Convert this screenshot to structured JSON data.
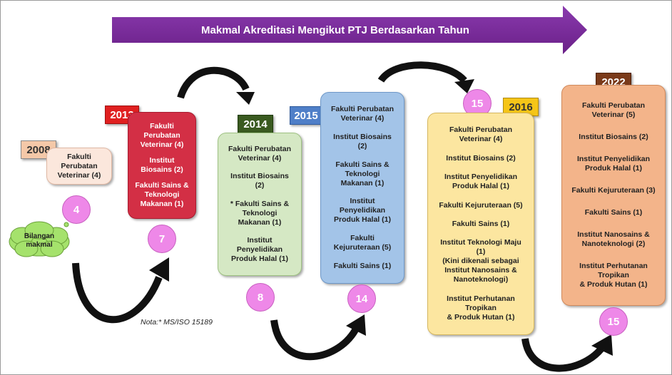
{
  "title": "Makmal Akreditasi Mengikut PTJ Berdasarkan Tahun",
  "cloud_label": [
    "Bilangan",
    "makmal"
  ],
  "note": "Nota:* MS/ISO 15189",
  "years": [
    {
      "year": "2008",
      "count": "4",
      "entries": [
        "Fakulti\nPerubatan\nVeterinar (4)"
      ]
    },
    {
      "year": "2013",
      "count": "7",
      "entries": [
        "Fakulti\nPerubatan\nVeterinar (4)",
        "Institut\nBiosains (2)",
        "Fakulti Sains &\nTeknologi\nMakanan (1)"
      ]
    },
    {
      "year": "2014",
      "count": "8",
      "entries": [
        "Fakulti Perubatan\nVeterinar (4)",
        "Institut Biosains\n(2)",
        "* Fakulti Sains &\nTeknologi\nMakanan (1)",
        "Institut\nPenyelidikan\nProduk Halal (1)"
      ]
    },
    {
      "year": "2015",
      "count": "14",
      "entries": [
        "Fakulti Perubatan\nVeterinar (4)",
        "Institut Biosains\n(2)",
        "Fakulti Sains &\nTeknologi\nMakanan (1)",
        "Institut\nPenyelidikan\nProduk Halal (1)",
        "Fakulti\nKejuruteraan (5)",
        "Fakulti Sains (1)"
      ]
    },
    {
      "year": "2016",
      "count": "15",
      "entries": [
        "Fakulti Perubatan\nVeterinar (4)",
        "Institut Biosains (2)",
        "Institut Penyelidikan\nProduk Halal (1)",
        "Fakulti Kejuruteraan (5)",
        "Fakulti Sains (1)",
        "Institut Teknologi Maju\n(1)\n(Kini dikenali sebagai\nInstitut Nanosains &\nNanoteknologi)",
        "Institut Perhutanan\nTropikan\n& Produk Hutan (1)"
      ]
    },
    {
      "year": "2022",
      "count": "15",
      "entries": [
        "Fakulti Perubatan\nVeterinar (5)",
        "Institut Biosains (2)",
        "Institut Penyelidikan\nProduk Halal (1)",
        "Fakulti Kejuruteraan (3)",
        "Fakulti Sains (1)",
        "Institut Nanosains &\nNanoteknologi (2)",
        "Institut Perhutanan\nTropikan\n& Produk Hutan (1)"
      ]
    }
  ],
  "colors": {
    "banner": "#7b2a9c",
    "c2008": "#fbe7dc",
    "c2013": "#d32f45",
    "c2014": "#d5e8c4",
    "c2015": "#a3c4e8",
    "c2016": "#fce6a0",
    "c2022": "#f3b48a",
    "count_circle": "#ee88e8",
    "cloud": "#a5e26c"
  }
}
